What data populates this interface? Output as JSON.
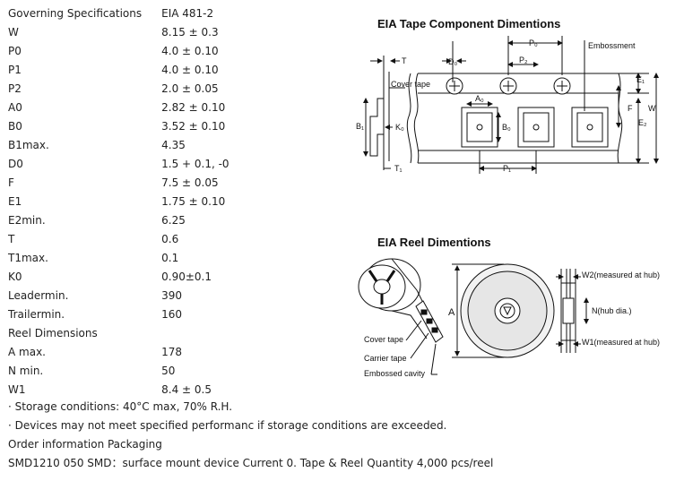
{
  "spec_header": {
    "label": "Governing Specifications",
    "value": "EIA 481-2"
  },
  "specs": [
    {
      "label": "W",
      "value": "8.15 ± 0.3"
    },
    {
      "label": "P0",
      "value": "4.0 ± 0.10"
    },
    {
      "label": "P1",
      "value": "4.0 ± 0.10"
    },
    {
      "label": "P2",
      "value": "2.0 ± 0.05"
    },
    {
      "label": "A0",
      "value": "2.82 ± 0.10"
    },
    {
      "label": "B0",
      "value": "3.52 ± 0.10"
    },
    {
      "label": "B1max.",
      "value": "4.35"
    },
    {
      "label": "D0",
      "value": "1.5 + 0.1, -0"
    },
    {
      "label": "F",
      "value": "7.5 ± 0.05"
    },
    {
      "label": "E1",
      "value": "1.75 ± 0.10"
    },
    {
      "label": "E2min.",
      "value": "6.25"
    },
    {
      "label": "T",
      "value": "0.6"
    },
    {
      "label": "T1max.",
      "value": "0.1"
    },
    {
      "label": "K0",
      "value": "0.90±0.1"
    },
    {
      "label": "Leadermin.",
      "value": "390"
    },
    {
      "label": "Trailermin.",
      "value": "160"
    }
  ],
  "reel_header": "Reel Dimensions",
  "reel_specs": [
    {
      "label": "A max.",
      "value": "178"
    },
    {
      "label": "N min.",
      "value": "50"
    },
    {
      "label": "W1",
      "value": "8.4 ± 0.5"
    }
  ],
  "notes": {
    "storage": "· Storage conditions:  40°C max, 70% R.H.",
    "devices": "· Devices may not meet specified performanc if storage conditions are exceeded.",
    "order_heading": "Order information Packaging",
    "order_line": "SMD1210 050   SMD：surface mount device  Current 0. Tape & Reel Quantity  4,000 pcs/reel"
  },
  "tape_diagram": {
    "title": "EIA Tape Component Dimentions",
    "labels": {
      "t": "T",
      "d0": "D₀",
      "p0": "P₀",
      "embossment": "Embossment",
      "p2": "P₂",
      "e1": "E₁",
      "cover_tape": "Cover tape",
      "a0": "A₀",
      "f": "F",
      "w": "W",
      "b1": "B₁",
      "k0": "K₀",
      "b0": "B₀",
      "e2": "E₂",
      "t1": "T₁",
      "p1": "P₁"
    }
  },
  "reel_diagram": {
    "title": "EIA Reel Dimentions",
    "labels": {
      "a": "A",
      "w2": "W2(measured at hub)",
      "n": "N(hub dia.)",
      "w1": "W1(measured at hub)",
      "cover_tape": "Cover tape",
      "carrier_tape": "Carrier tape",
      "embossed_cavity": "Embossed cavity"
    }
  }
}
